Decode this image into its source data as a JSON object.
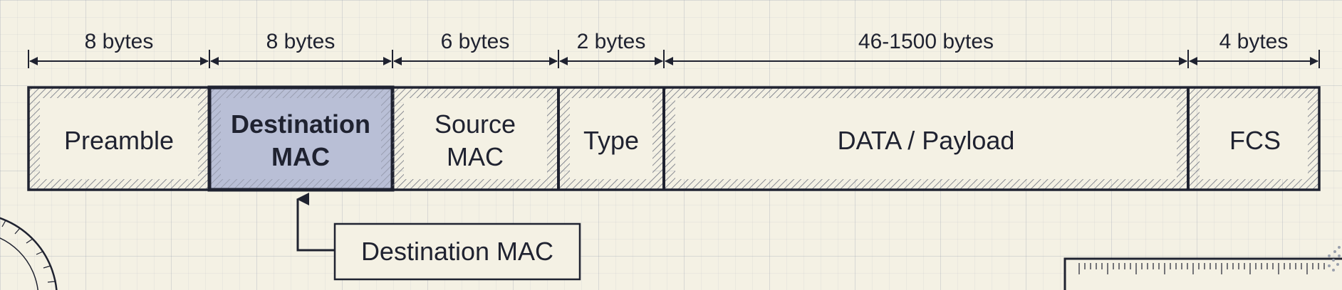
{
  "frame": {
    "fields": [
      {
        "size": "8 bytes",
        "lines": [
          "Preamble"
        ]
      },
      {
        "size": "8 bytes",
        "lines": [
          "Destination",
          "MAC"
        ],
        "highlighted": true
      },
      {
        "size": "6 bytes",
        "lines": [
          "Source",
          "MAC"
        ]
      },
      {
        "size": "2 bytes",
        "lines": [
          "Type"
        ]
      },
      {
        "size": "46-1500 bytes",
        "lines": [
          "DATA / Payload"
        ]
      },
      {
        "size": "4 bytes",
        "lines": [
          "FCS"
        ]
      }
    ]
  },
  "callout": {
    "label": "Destination MAC"
  },
  "colors": {
    "ink": "#1f2230",
    "highlight_fill": "#b9bfd6",
    "paper": "#f4f1e4"
  }
}
